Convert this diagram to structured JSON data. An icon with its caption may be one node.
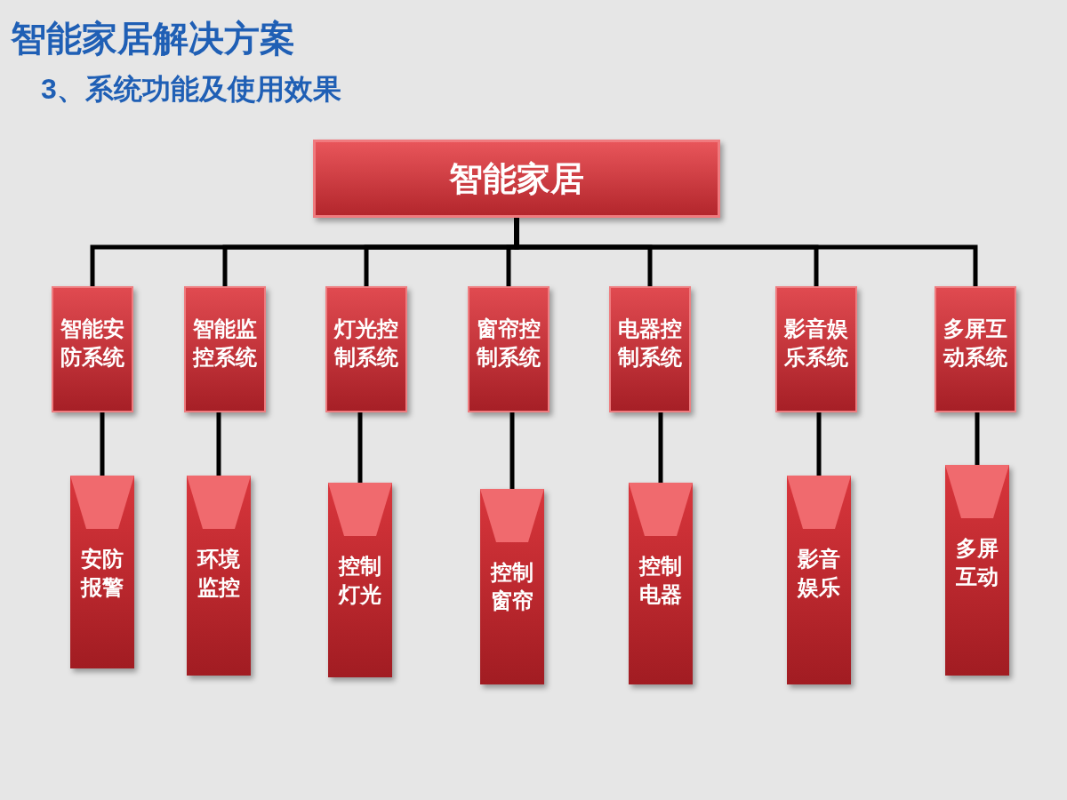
{
  "diagram": {
    "title": "智能家居解决方案",
    "nodes": [
      {
        "text": [
          "智能家居"
        ]
      },
      {
        "text": [
          "智能安防系统"
        ]
      },
      {
        "text": [
          "智能监控系统"
        ]
      },
      {
        "text": [
          "灯光控制系统"
        ]
      },
      {
        "text": [
          "窗帘控制系统"
        ]
      },
      {
        "text": [
          "电器控制系统"
        ]
      },
      {
        "text": [
          "影音娱乐系统"
        ]
      },
      {
        "text": [
          "多屏互动系统"
        ]
      },
      {
        "text": [
          "安防报警"
        ]
      },
      {
        "text": [
          "环境监控"
        ]
      },
      {
        "text": [
          "控制灯光"
        ]
      },
      {
        "text": [
          "控制窗帘"
        ]
      },
      {
        "text": [
          "控制电器"
        ]
      },
      {
        "text": [
          "影音娱乐"
        ]
      },
      {
        "text": [
          "多屏互动"
        ]
      }
    ],
    "edges": [
      {
        "from": 0,
        "to": 1,
        "arrow": "none"
      },
      {
        "from": 0,
        "to": 2,
        "arrow": "none"
      },
      {
        "from": 0,
        "to": 3,
        "arrow": "none"
      },
      {
        "from": 0,
        "to": 4,
        "arrow": "none"
      },
      {
        "from": 0,
        "to": 5,
        "arrow": "none"
      },
      {
        "from": 0,
        "to": 6,
        "arrow": "none"
      },
      {
        "from": 0,
        "to": 7,
        "arrow": "none"
      },
      {
        "from": 1,
        "to": 8,
        "arrow": "none"
      },
      {
        "from": 2,
        "to": 9,
        "arrow": "none"
      },
      {
        "from": 3,
        "to": 10,
        "arrow": "none"
      },
      {
        "from": 4,
        "to": 11,
        "arrow": "none"
      },
      {
        "from": 5,
        "to": 12,
        "arrow": "none"
      },
      {
        "from": 6,
        "to": 13,
        "arrow": "none"
      },
      {
        "from": 7,
        "to": 14,
        "arrow": "none"
      }
    ],
    "labels": [
      "3、系统功能及使用效果"
    ]
  }
}
